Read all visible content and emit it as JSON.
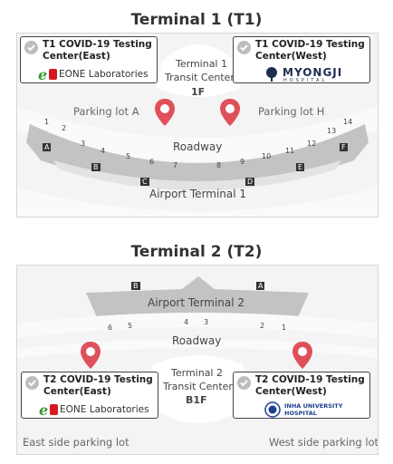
{
  "t1": {
    "heading": "Terminal 1 (T1)",
    "transit_center_line1": "Terminal 1",
    "transit_center_line2": "Transit Center",
    "transit_center_floor": "1F",
    "parking_a": "Parking lot A",
    "parking_h": "Parking lot H",
    "roadway": "Roadway",
    "terminal": "Airport Terminal 1",
    "gates": [
      "1",
      "2",
      "3",
      "4",
      "5",
      "6",
      "7",
      "8",
      "9",
      "10",
      "11",
      "12",
      "13",
      "14"
    ],
    "zones": [
      "A",
      "B",
      "C",
      "D",
      "E",
      "F"
    ],
    "card_east": {
      "title": "T1 COVID-19 Testing Center(East)",
      "logo_text": "EONE Laboratories",
      "logo_mark": "e-one-logo"
    },
    "card_west": {
      "title": "T1 COVID-19 Testing Center(West)",
      "logo_text": "MYONGJI",
      "logo_sub": "HOSPITAL",
      "logo_mark": "myongji-tree-logo"
    }
  },
  "t2": {
    "heading": "Terminal 2 (T2)",
    "transit_center_line1": "Terminal 2",
    "transit_center_line2": "Transit Center",
    "transit_center_floor": "B1F",
    "parking_east": "East side parking lot",
    "parking_west": "West side parking lot",
    "roadway": "Roadway",
    "terminal": "Airport Terminal 2",
    "gates": [
      "6",
      "5",
      "4",
      "3",
      "2",
      "1"
    ],
    "zones": [
      "B",
      "A"
    ],
    "card_east": {
      "title": "T2 COVID-19 Testing Center(East)",
      "logo_text": "EONE Laboratories",
      "logo_mark": "e-one-logo"
    },
    "card_west": {
      "title": "T2 COVID-19 Testing Center(West)",
      "logo_text": "INHA UNIVERSITY",
      "logo_sub": "HOSPITAL",
      "logo_mark": "inha-seal-logo"
    }
  },
  "colors": {
    "pin": "#e0505a",
    "terminal_gray": "#c3c3c3",
    "road_light": "#fafafa",
    "map_bg": "#f4f4f4",
    "inha_blue": "#1d3f8f",
    "myongji_navy": "#1d2d50",
    "eone_red": "#d71920",
    "eone_green": "#3a9a3a"
  }
}
